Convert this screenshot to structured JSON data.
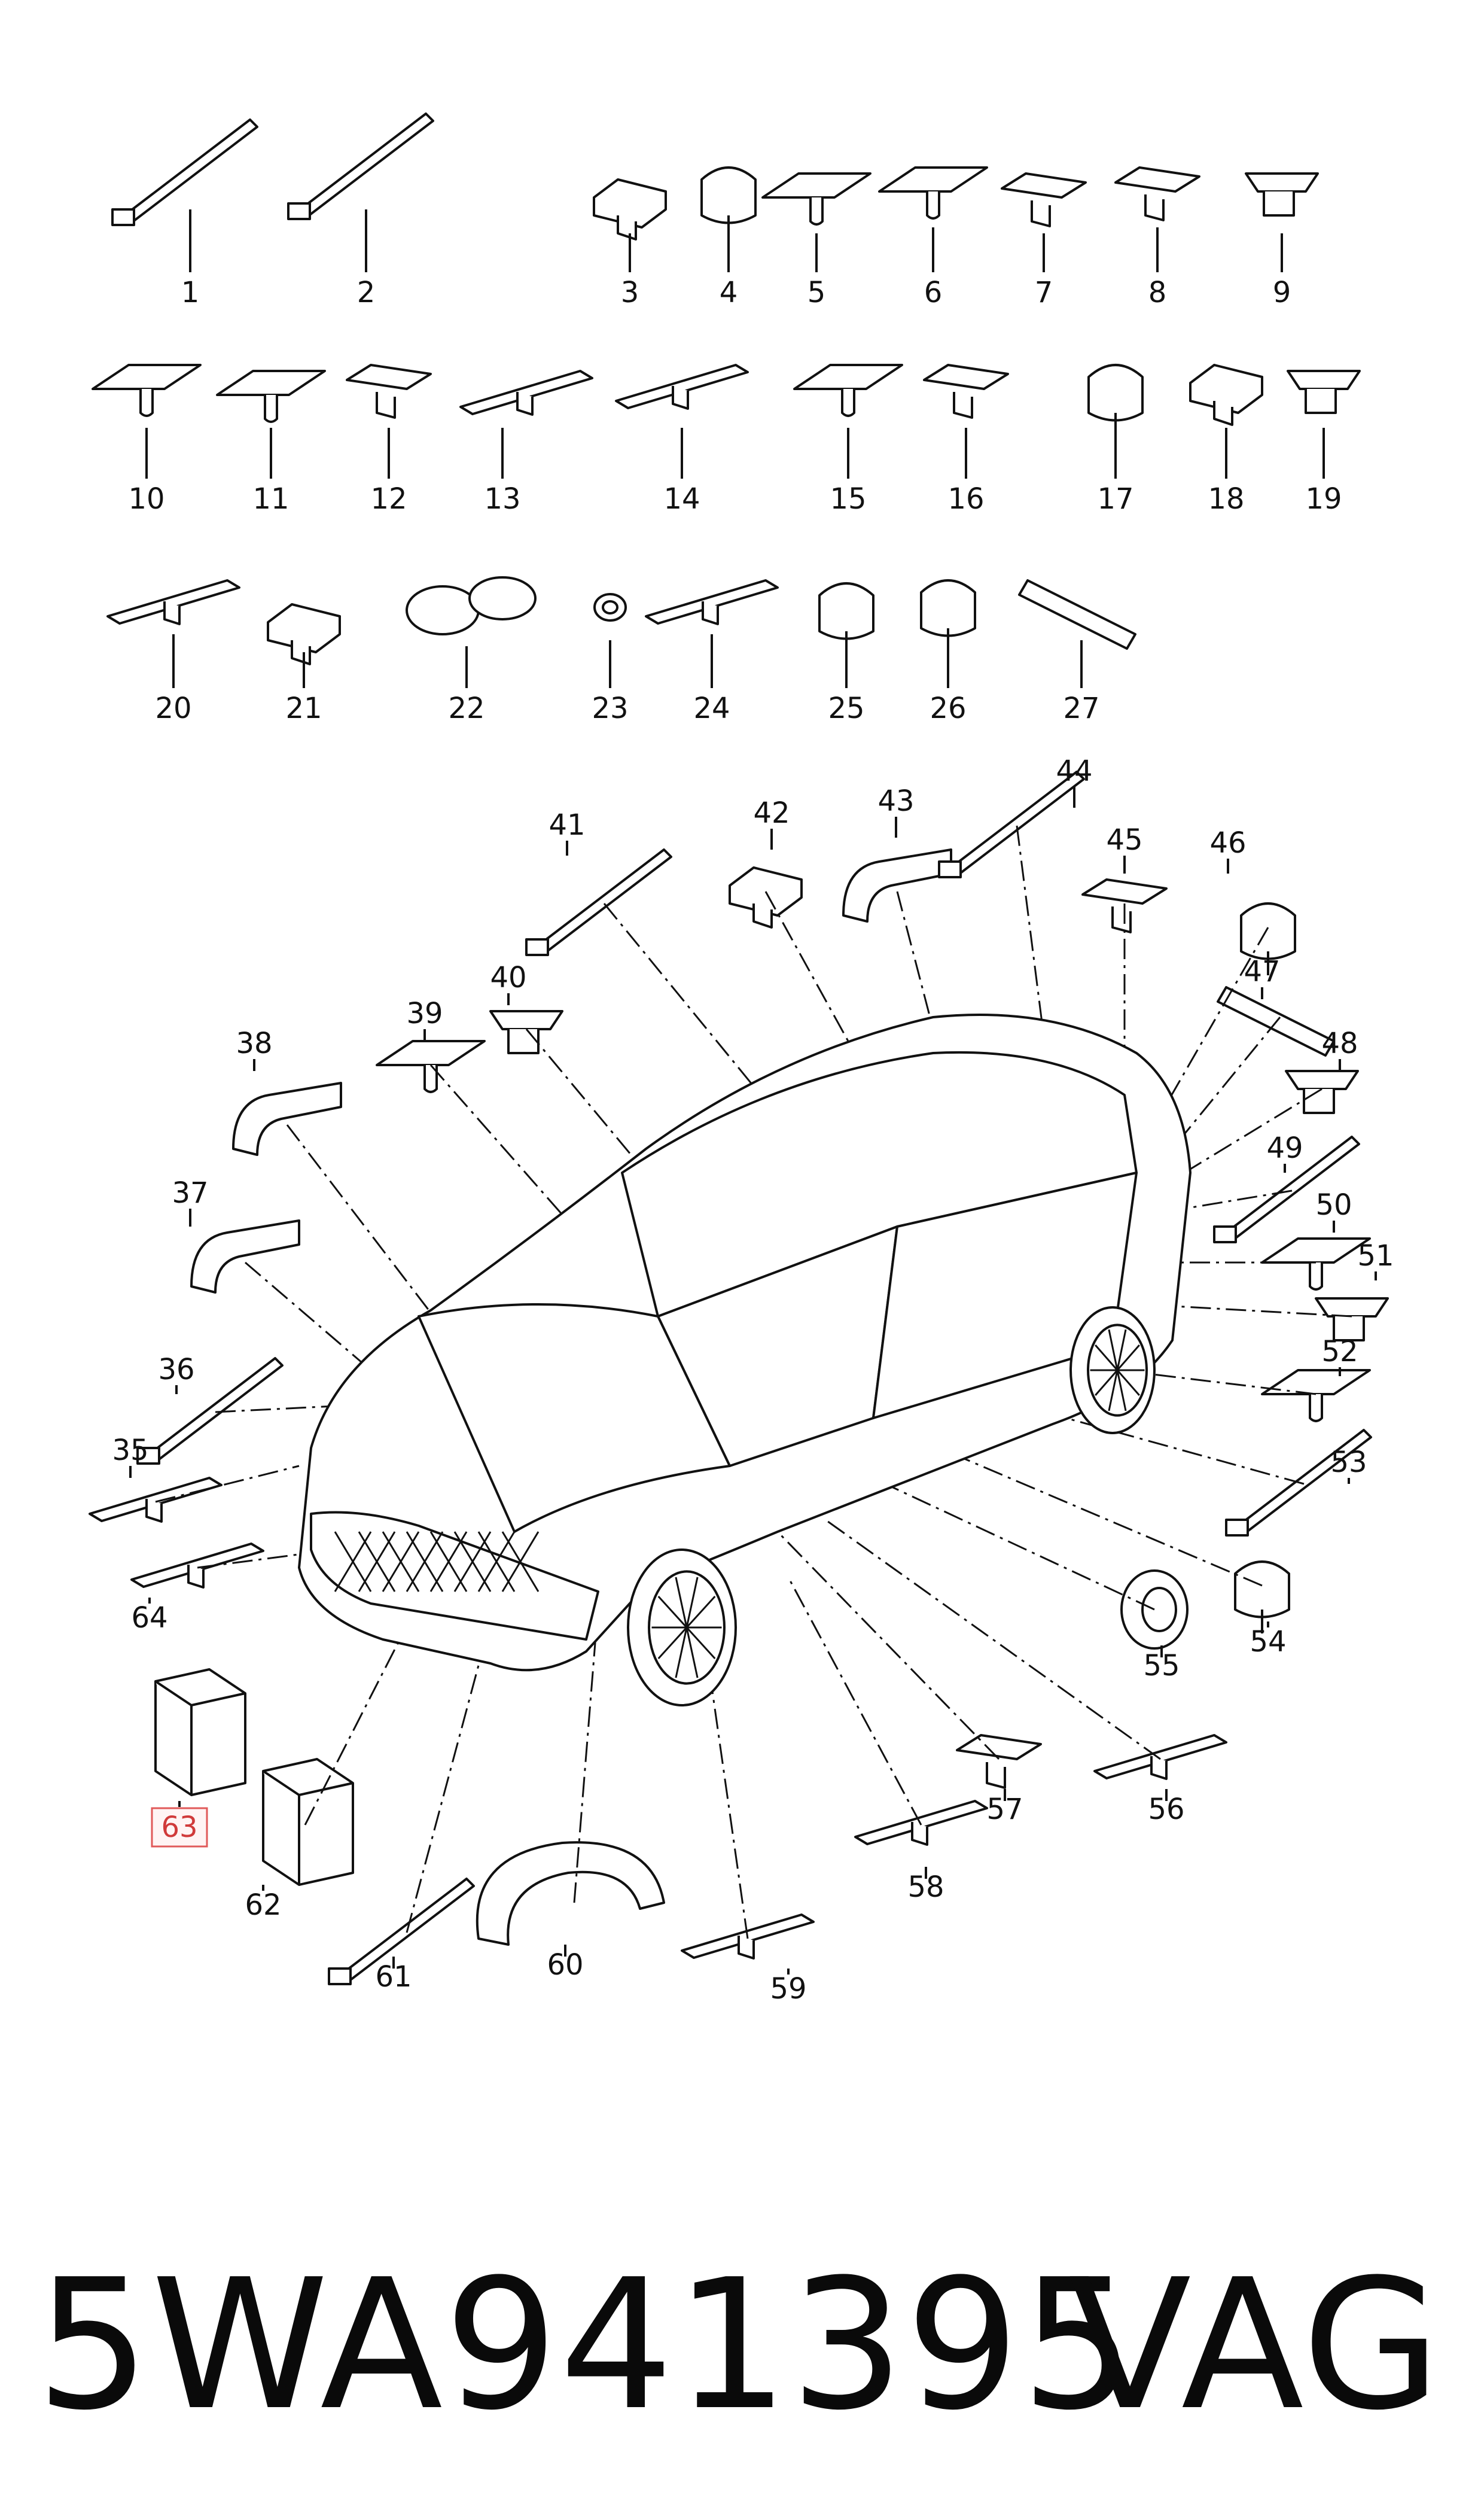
{
  "diagram": {
    "parts": [
      {
        "id": "p1",
        "label": "1"
      },
      {
        "id": "p2",
        "label": "2"
      },
      {
        "id": "p3",
        "label": "3"
      },
      {
        "id": "p4",
        "label": "4"
      },
      {
        "id": "p5",
        "label": "5"
      },
      {
        "id": "p6",
        "label": "6"
      },
      {
        "id": "p7",
        "label": "7"
      },
      {
        "id": "p8",
        "label": "8"
      },
      {
        "id": "p9",
        "label": "9"
      },
      {
        "id": "p10",
        "label": "10"
      },
      {
        "id": "p11",
        "label": "11"
      },
      {
        "id": "p12",
        "label": "12"
      },
      {
        "id": "p13",
        "label": "13"
      },
      {
        "id": "p14",
        "label": "14"
      },
      {
        "id": "p15",
        "label": "15"
      },
      {
        "id": "p16",
        "label": "16"
      },
      {
        "id": "p17",
        "label": "17"
      },
      {
        "id": "p18",
        "label": "18"
      },
      {
        "id": "p19",
        "label": "19"
      },
      {
        "id": "p20",
        "label": "20"
      },
      {
        "id": "p21",
        "label": "21"
      },
      {
        "id": "p22",
        "label": "22"
      },
      {
        "id": "p23",
        "label": "23"
      },
      {
        "id": "p24",
        "label": "24"
      },
      {
        "id": "p25",
        "label": "25"
      },
      {
        "id": "p26",
        "label": "26"
      },
      {
        "id": "p27",
        "label": "27"
      },
      {
        "id": "p35",
        "label": "35"
      },
      {
        "id": "p36",
        "label": "36"
      },
      {
        "id": "p37",
        "label": "37"
      },
      {
        "id": "p38",
        "label": "38"
      },
      {
        "id": "p39",
        "label": "39"
      },
      {
        "id": "p40",
        "label": "40"
      },
      {
        "id": "p41",
        "label": "41"
      },
      {
        "id": "p42",
        "label": "42"
      },
      {
        "id": "p43",
        "label": "43"
      },
      {
        "id": "p44",
        "label": "44"
      },
      {
        "id": "p45",
        "label": "45"
      },
      {
        "id": "p46",
        "label": "46"
      },
      {
        "id": "p47",
        "label": "47"
      },
      {
        "id": "p48",
        "label": "48"
      },
      {
        "id": "p49",
        "label": "49"
      },
      {
        "id": "p50",
        "label": "50"
      },
      {
        "id": "p51",
        "label": "51"
      },
      {
        "id": "p52",
        "label": "52"
      },
      {
        "id": "p53",
        "label": "53"
      },
      {
        "id": "p54",
        "label": "54"
      },
      {
        "id": "p55",
        "label": "55"
      },
      {
        "id": "p56",
        "label": "56"
      },
      {
        "id": "p57",
        "label": "57"
      },
      {
        "id": "p58",
        "label": "58"
      },
      {
        "id": "p59",
        "label": "59"
      },
      {
        "id": "p60",
        "label": "60"
      },
      {
        "id": "p61",
        "label": "61"
      },
      {
        "id": "p62",
        "label": "62"
      },
      {
        "id": "p63",
        "label": "63"
      },
      {
        "id": "p64",
        "label": "64"
      }
    ],
    "highlighted_part": "63",
    "highlight_color": "#e05a5a"
  },
  "footer": {
    "part_number": "5WA941395",
    "brand": "VAG"
  }
}
